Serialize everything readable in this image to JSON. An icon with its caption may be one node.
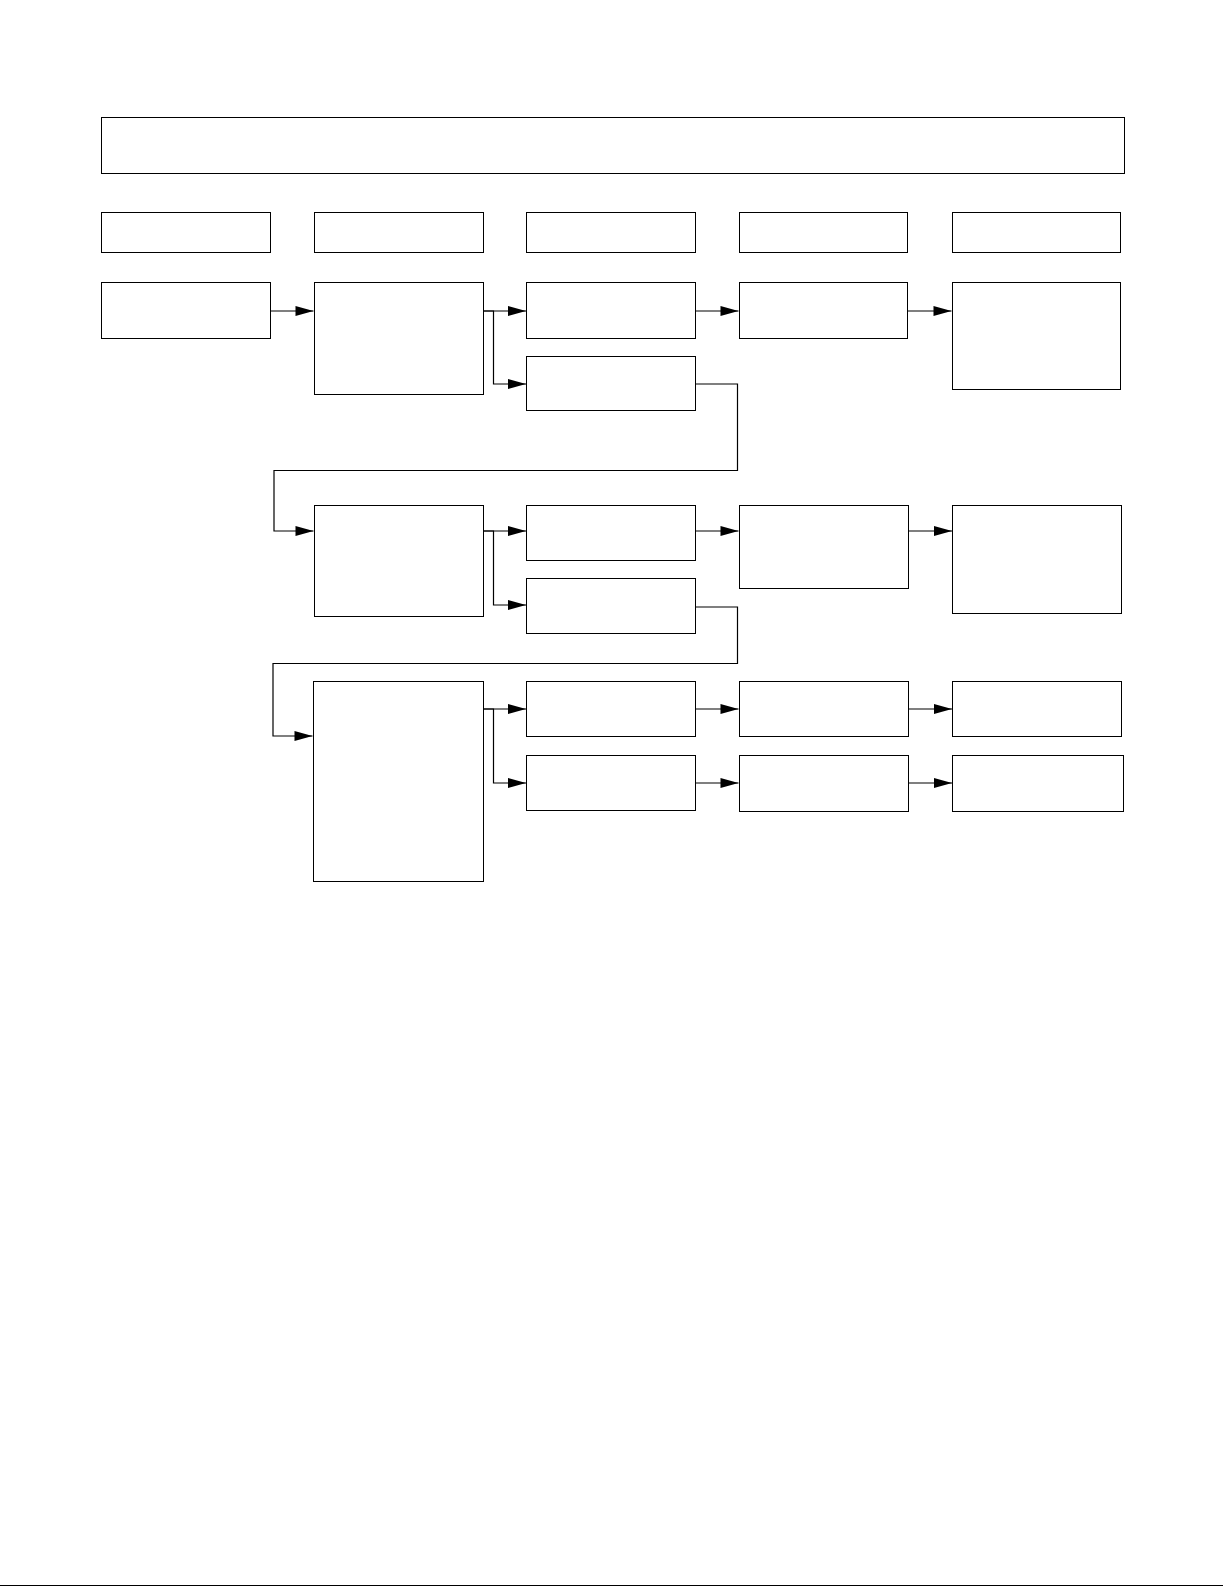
{
  "diagram": {
    "nodes": [
      {
        "text": [],
        "shape": "box"
      },
      {
        "text": [],
        "shape": "box"
      },
      {
        "text": [],
        "shape": "box"
      },
      {
        "text": [],
        "shape": "box"
      },
      {
        "text": [],
        "shape": "box"
      },
      {
        "text": [],
        "shape": "box"
      },
      {
        "text": [],
        "shape": "box"
      },
      {
        "text": [],
        "shape": "box"
      },
      {
        "text": [],
        "shape": "box"
      },
      {
        "text": [],
        "shape": "box"
      },
      {
        "text": [],
        "shape": "box"
      },
      {
        "text": [],
        "shape": "box"
      },
      {
        "text": [],
        "shape": "box"
      },
      {
        "text": [],
        "shape": "box"
      },
      {
        "text": [],
        "shape": "box"
      },
      {
        "text": [],
        "shape": "box"
      },
      {
        "text": [],
        "shape": "box"
      },
      {
        "text": [],
        "shape": "box"
      },
      {
        "text": [],
        "shape": "box"
      },
      {
        "text": [],
        "shape": "box"
      },
      {
        "text": [],
        "shape": "box"
      },
      {
        "text": [],
        "shape": "box"
      },
      {
        "text": [],
        "shape": "box"
      },
      {
        "text": [],
        "shape": "box"
      }
    ],
    "edges": [
      {
        "from": 6,
        "to": 7,
        "arrow": "to"
      },
      {
        "from": 7,
        "to": 8,
        "arrow": "to"
      },
      {
        "from": 7,
        "to": 11,
        "arrow": "to"
      },
      {
        "from": 8,
        "to": 9,
        "arrow": "to"
      },
      {
        "from": 9,
        "to": 10,
        "arrow": "to"
      },
      {
        "from": 11,
        "to": 12,
        "arrow": "to"
      },
      {
        "from": 12,
        "to": 13,
        "arrow": "to"
      },
      {
        "from": 12,
        "to": 16,
        "arrow": "to"
      },
      {
        "from": 13,
        "to": 14,
        "arrow": "to"
      },
      {
        "from": 14,
        "to": 15,
        "arrow": "to"
      },
      {
        "from": 16,
        "to": 17,
        "arrow": "to"
      },
      {
        "from": 17,
        "to": 18,
        "arrow": "to"
      },
      {
        "from": 17,
        "to": 21,
        "arrow": "to"
      },
      {
        "from": 18,
        "to": 19,
        "arrow": "to"
      },
      {
        "from": 19,
        "to": 20,
        "arrow": "to"
      },
      {
        "from": 21,
        "to": 22,
        "arrow": "to"
      },
      {
        "from": 22,
        "to": 23,
        "arrow": "to"
      }
    ]
  }
}
